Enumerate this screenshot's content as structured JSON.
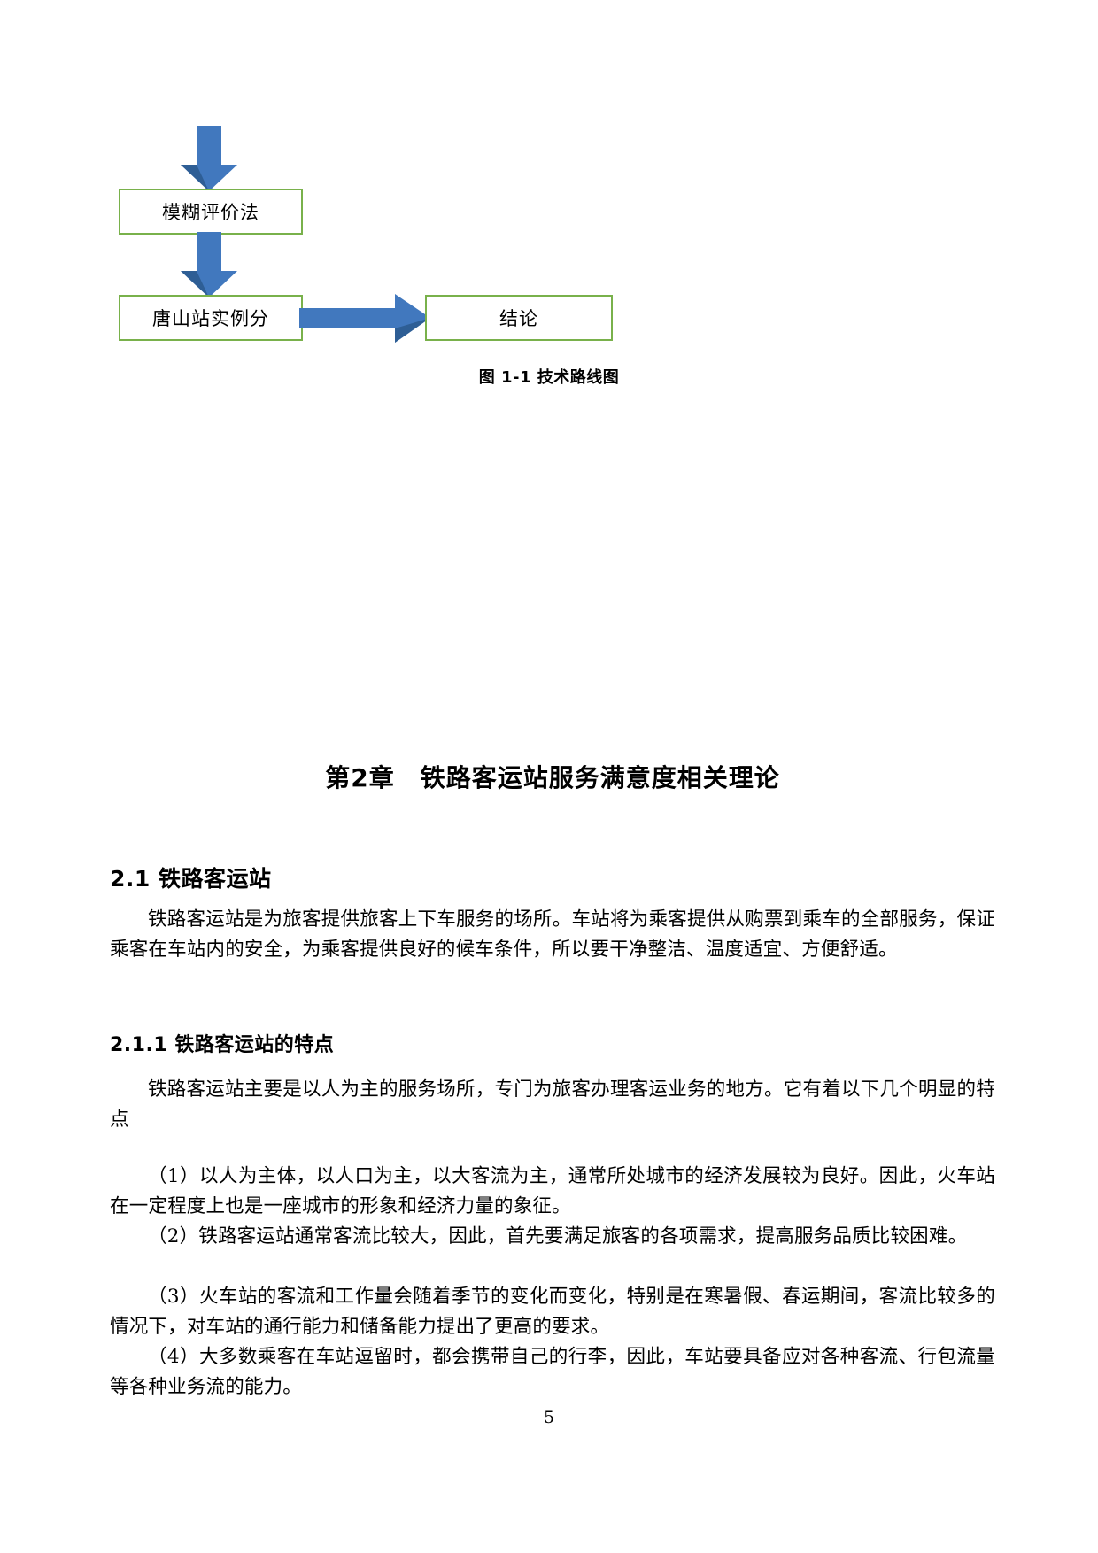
{
  "document": {
    "page_number": "5",
    "colors": {
      "box_border_green": "#79b14b",
      "arrow_blue": "#4178be",
      "arrow_blue_dark": "#2e5e95",
      "text_black": "#000000"
    }
  },
  "figure": {
    "caption": "图 1-1  技术路线图",
    "boxes": [
      {
        "id": "fuzzy",
        "label": "模糊评价法"
      },
      {
        "id": "case",
        "label": "唐山站实例分"
      },
      {
        "id": "conclusion",
        "label": "结论"
      }
    ],
    "arrows": [
      {
        "id": "top",
        "direction": "down",
        "from": "above-page",
        "to": "fuzzy"
      },
      {
        "id": "mid",
        "direction": "down",
        "from": "fuzzy",
        "to": "case"
      },
      {
        "id": "right",
        "direction": "right",
        "from": "case",
        "to": "conclusion"
      }
    ]
  },
  "body": {
    "chapter_title": "第2章　铁路客运站服务满意度相关理论",
    "sections": [
      {
        "heading": "2.1 铁路客运站",
        "paragraph": "铁路客运站是为旅客提供旅客上下车服务的场所。车站将为乘客提供从购票到乘车的全部服务，保证乘客在车站内的安全，为乘客提供良好的候车条件，所以要干净整洁、温度适宜、方便舒适。"
      },
      {
        "heading": "2.1.1 铁路客运站的特点",
        "paragraph": "铁路客运站主要是以人为主的服务场所，专门为旅客办理客运业务的地方。它有着以下几个明显的特点",
        "list": [
          "（1）以人为主体，以人口为主，以大客流为主，通常所处城市的经济发展较为良好。因此，火车站在一定程度上也是一座城市的形象和经济力量的象征。",
          "（2）铁路客运站通常客流比较大，因此，首先要满足旅客的各项需求，提高服务品质比较困难。",
          "（3）火车站的客流和工作量会随着季节的变化而变化，特别是在寒暑假、春运期间，客流比较多的情况下，对车站的通行能力和储备能力提出了更高的要求。",
          "（4）大多数乘客在车站逗留时，都会携带自己的行李，因此，车站要具备应对各种客流、行包流量等各种业务流的能力。"
        ]
      }
    ]
  }
}
